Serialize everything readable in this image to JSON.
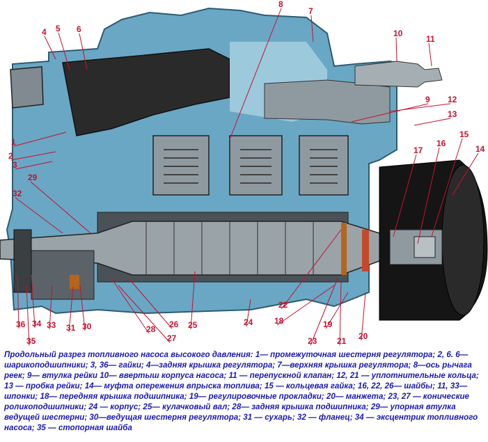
{
  "colors": {
    "label": "#c8102e",
    "caption": "#1a1ab0",
    "housing": "#6aa7c4",
    "housing_dark": "#3f7d9a",
    "metal": "#8f9aa0",
    "metal_dark": "#4a5257",
    "black": "#151515",
    "bronze": "#b5651d"
  },
  "callouts": [
    "1",
    "2",
    "3",
    "4",
    "5",
    "6",
    "7",
    "8",
    "9",
    "10",
    "11",
    "12",
    "13",
    "14",
    "15",
    "16",
    "17",
    "18",
    "19",
    "20",
    "21",
    "22",
    "23",
    "24",
    "25",
    "26",
    "27",
    "28",
    "29",
    "30",
    "31",
    "32",
    "33",
    "34",
    "35",
    "36"
  ],
  "caption": "Продольный разрез топливного насоса высокого давления: 1— промежуточная шестерня регулятора; 2, 6. 6— шарикоподшипники; 3, 36— гайки; 4—задняя крышка регулятора; 7—верхняя крышка регулятора; 8—ось рычага реек; 9— втулка рейки 10— ввертыш корпуса насоса; 11 — перепускной клапан; 12, 21 — уплотнительные кольца; 13 — пробка рейки; 14— муфта опережения впрыска топлива; 15 — кольцевая гайка; 16, 22, 26— шайбы; 11, 33— шпонки; 18— передняя крышка подшипника; 19— регулировочные прокладки; 20— манжета; 23, 27 — конические роликоподшипники; 24 — корпус; 25— кулачковый вал; 28— задняя крышка подшипника; 29— упорная втулка ведущей шестерни; 30—ведущая шестерня регулятора; 31 — сухарь; 32 — фланец; 34 — эксцентрик топливного насоса; 35 — стопорная шайба"
}
